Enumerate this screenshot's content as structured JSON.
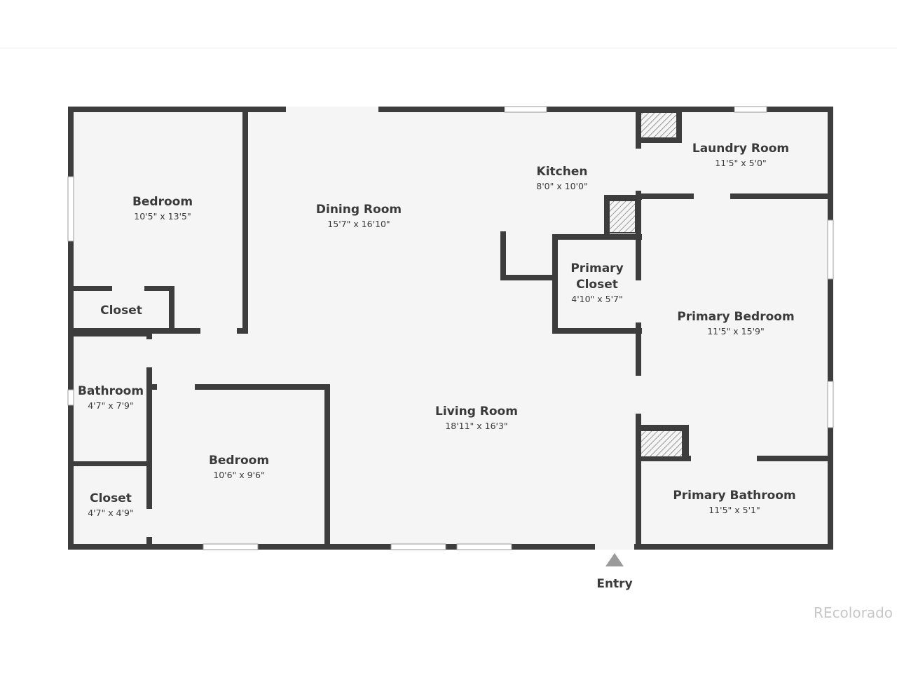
{
  "rooms": {
    "bedroom_top": {
      "name": "Bedroom",
      "dims": "10'5\" x 13'5\""
    },
    "closet_top": {
      "name": "Closet",
      "dims": ""
    },
    "dining_room": {
      "name": "Dining Room",
      "dims": "15'7\" x 16'10\""
    },
    "kitchen": {
      "name": "Kitchen",
      "dims": "8'0\" x 10'0\""
    },
    "laundry_room": {
      "name": "Laundry Room",
      "dims": "11'5\" x 5'0\""
    },
    "primary_closet": {
      "name_line1": "Primary",
      "name_line2": "Closet",
      "dims": "4'10\" x 5'7\""
    },
    "primary_bedroom": {
      "name": "Primary Bedroom",
      "dims": "11'5\" x 15'9\""
    },
    "bathroom": {
      "name": "Bathroom",
      "dims": "4'7\" x 7'9\""
    },
    "closet_bottom": {
      "name": "Closet",
      "dims": "4'7\" x 4'9\""
    },
    "bedroom_bottom": {
      "name": "Bedroom",
      "dims": "10'6\" x 9'6\""
    },
    "living_room": {
      "name": "Living Room",
      "dims": "18'11\" x 16'3\""
    },
    "primary_bathroom": {
      "name": "Primary Bathroom",
      "dims": "11'5\" x 5'1\""
    }
  },
  "entry": {
    "label": "Entry"
  },
  "watermark": "REcolorado",
  "colors": {
    "wall": "#3d3d3d",
    "floor": "#f5f5f5",
    "label": "#3a3a3a",
    "watermark": "#c7c7c7"
  }
}
